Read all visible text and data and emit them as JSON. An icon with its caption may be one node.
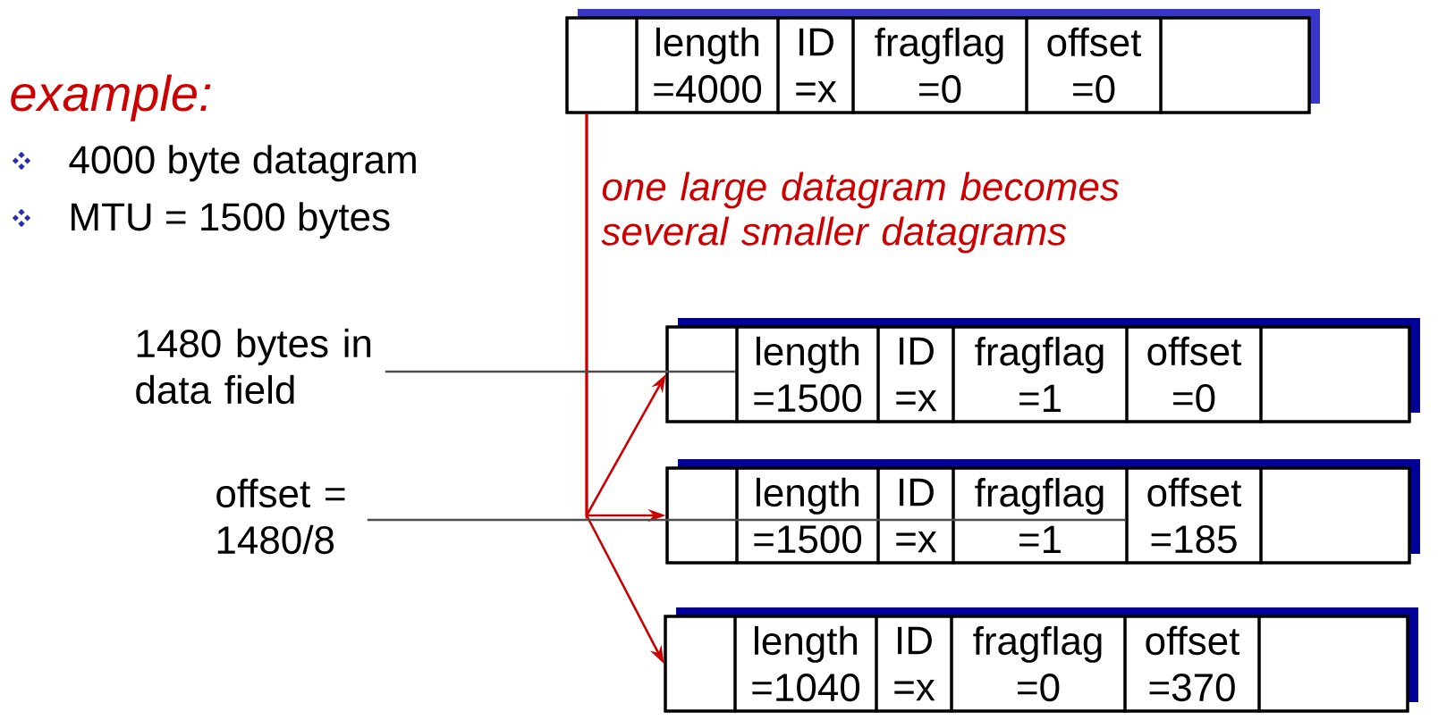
{
  "diagram": {
    "title": "example:",
    "nodes": [
      {
        "text": [],
        "shape": "box"
      },
      {
        "text": [],
        "shape": "box",
        "in": 0
      },
      {
        "text": [
          "length =4000"
        ],
        "in": 0
      },
      {
        "text": [
          "ID =x"
        ],
        "in": 0
      },
      {
        "text": [
          "fragflag =0"
        ],
        "in": 0
      },
      {
        "text": [
          "offset =0"
        ],
        "in": 0
      },
      {
        "text": [],
        "shape": "box",
        "in": 0
      },
      {
        "text": [
          "1480 bytes in data field"
        ]
      },
      {
        "text": [],
        "shape": "box"
      },
      {
        "text": [],
        "shape": "box",
        "in": 8
      },
      {
        "text": [
          "length =1500"
        ],
        "in": 8
      },
      {
        "text": [
          "ID =x"
        ],
        "in": 8
      },
      {
        "text": [
          "fragflag =1"
        ],
        "in": 8
      },
      {
        "text": [
          "offset =0"
        ],
        "in": 8
      },
      {
        "text": [],
        "shape": "box",
        "in": 8
      },
      {
        "text": [
          "offset = 1480/8"
        ]
      },
      {
        "text": [],
        "shape": "box"
      },
      {
        "text": [],
        "shape": "box",
        "in": 16
      },
      {
        "text": [
          "length =1500"
        ],
        "in": 16
      },
      {
        "text": [
          "ID =x"
        ],
        "in": 16
      },
      {
        "text": [
          "fragflag =1"
        ],
        "in": 16
      },
      {
        "text": [
          "offset =185"
        ],
        "in": 16
      },
      {
        "text": [],
        "shape": "box",
        "in": 16
      },
      {
        "text": [],
        "shape": "box"
      },
      {
        "text": [],
        "shape": "box",
        "in": 23
      },
      {
        "text": [
          "length =1040"
        ],
        "in": 23
      },
      {
        "text": [
          "ID =x"
        ],
        "in": 23
      },
      {
        "text": [
          "fragflag =0"
        ],
        "in": 23
      },
      {
        "text": [
          "offset =370"
        ],
        "in": 23
      },
      {
        "text": [],
        "shape": "box",
        "in": 23
      }
    ],
    "edges": [
      {
        "from": 0,
        "to": 8,
        "arrow": "to"
      },
      {
        "from": 0,
        "to": 16,
        "arrow": "to"
      },
      {
        "from": 0,
        "to": 23,
        "arrow": "to"
      },
      {
        "from": 7,
        "to": 10,
        "arrow": "none",
        "color": "#4d4d4d"
      },
      {
        "from": 15,
        "to": 21,
        "arrow": "none",
        "color": "#4d4d4d"
      }
    ],
    "labels": [
      "4000 byte datagram",
      "MTU = 1500 bytes",
      "one large datagram becomes several smaller datagrams"
    ]
  }
}
